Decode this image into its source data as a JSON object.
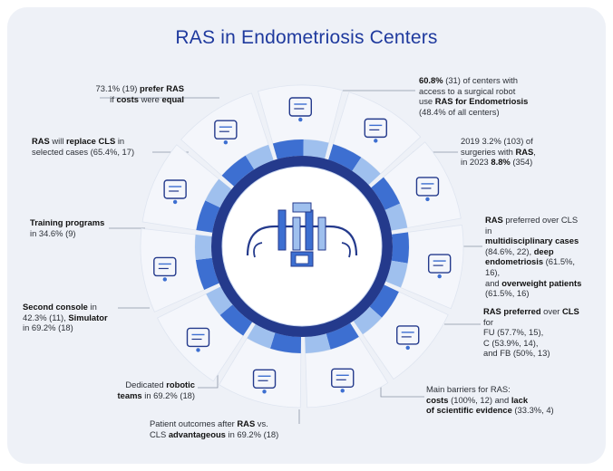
{
  "title": "RAS in Endometriosis Centers",
  "colors": {
    "title": "#1f3a9e",
    "ring_dark": "#243a8c",
    "ring_mid": "#3d6fd1",
    "ring_light": "#9fc0ee",
    "segment": "#f4f6fb",
    "background": "#eef1f7"
  },
  "segments": [
    {
      "icon": "money-bag-calculator-icon",
      "label": [
        "73.1% (19) ",
        {
          "b": "prefer RAS"
        },
        "\nif ",
        {
          "b": "costs"
        },
        " were ",
        {
          "b": "equal"
        }
      ]
    },
    {
      "icon": "uterus-icon",
      "label": [
        {
          "b": "60.8%"
        },
        " (31) of centers with\naccess to a surgical robot\nuse ",
        {
          "b": "RAS for Endometriosis"
        },
        "\n(48.4% of all centers)"
      ]
    },
    {
      "icon": "chart-growth-robot-arm-icon",
      "label": [
        "2019 3.2% (103) of\nsurgeries with ",
        {
          "b": "RAS"
        },
        ",\nin 2023 ",
        {
          "b": "8.8%"
        },
        " (354)"
      ]
    },
    {
      "icon": "overweight-patient-icon",
      "label": [
        {
          "b": "RAS"
        },
        " preferred over CLS in\n",
        {
          "b": "multidisciplinary cases"
        },
        "\n(84.6%, 22), ",
        {
          "b": "deep\nendometriosis"
        },
        " (61.5%, 16),\nand ",
        {
          "b": "overweight patients"
        },
        "\n(61.5%, 16)"
      ]
    },
    {
      "icon": "checklist-icon",
      "label": [
        {
          "b": "RAS preferred"
        },
        " over ",
        {
          "b": "CLS"
        },
        " for\nFU (57.7%, 15),\nC (53.9%, 14),\nand FB (50%, 13)"
      ]
    },
    {
      "icon": "calculator-coin-icon",
      "label": [
        "Main barriers for RAS:\n",
        {
          "b": "costs"
        },
        " (100%, 12) and ",
        {
          "b": "lack\nof scientific evidence"
        },
        " (33.3%, 4)"
      ]
    },
    {
      "icon": "thumbs-up-icon",
      "label": [
        "Patient outcomes after ",
        {
          "b": "RAS"
        },
        " vs.\nCLS ",
        {
          "b": "advantageous"
        },
        " in 69.2% (18)"
      ]
    },
    {
      "icon": "robot-arm-gear-icon",
      "label": [
        "Dedicated ",
        {
          "b": "robotic\nteams"
        },
        " in 69.2% (18)"
      ]
    },
    {
      "icon": "team-network-icon",
      "label": [
        {
          "b": "Second console"
        },
        " in\n42.3% (11), ",
        {
          "b": "Simulator"
        },
        "\nin 69.2% (18)"
      ]
    },
    {
      "icon": "presentation-training-icon",
      "label": [
        {
          "b": "Training programs"
        },
        "\nin 34.6% (9)"
      ]
    },
    {
      "icon": "surgical-console-icon",
      "label": [
        {
          "b": "RAS"
        },
        " will ",
        {
          "b": "replace CLS"
        },
        " in\nselected cases (65.4%, 17)"
      ]
    }
  ],
  "center_icon": "surgical-robot-icon"
}
